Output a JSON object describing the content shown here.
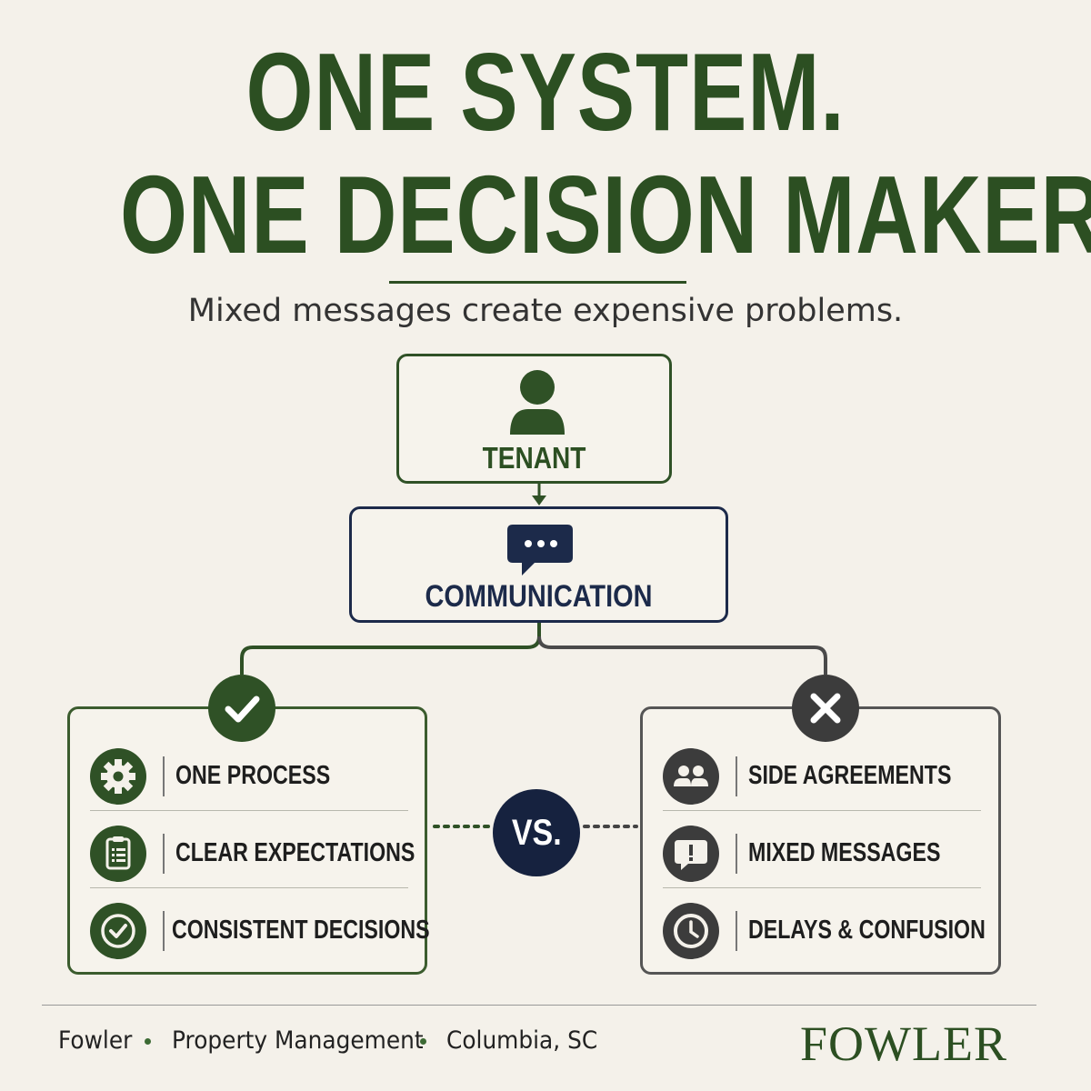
{
  "headline": {
    "line1": "ONE SYSTEM.",
    "line2": "ONE DECISION MAKER."
  },
  "subtitle": "Mixed messages create expensive problems.",
  "flow": {
    "top_node": {
      "label": "TENANT",
      "icon": "person-icon"
    },
    "middle_node": {
      "label": "COMMUNICATION",
      "icon": "chat-bubble-icon"
    }
  },
  "comparison": {
    "vs_label": "VS.",
    "good": {
      "badge_icon": "checkmark-icon",
      "items": [
        {
          "label": "ONE PROCESS",
          "icon": "gear-icon"
        },
        {
          "label": "CLEAR EXPECTATIONS",
          "icon": "clipboard-icon"
        },
        {
          "label": "CONSISTENT DECISIONS",
          "icon": "check-circle-icon"
        }
      ]
    },
    "bad": {
      "badge_icon": "x-icon",
      "items": [
        {
          "label": "SIDE AGREEMENTS",
          "icon": "people-icon"
        },
        {
          "label": "MIXED MESSAGES",
          "icon": "alert-bubble-icon"
        },
        {
          "label": "DELAYS & CONFUSION",
          "icon": "clock-icon"
        }
      ]
    }
  },
  "footer": {
    "company": "Fowler",
    "service": "Property Management",
    "location": "Columbia, SC",
    "brand": "FOWLER"
  },
  "colors": {
    "primary_green": "#2c4f22",
    "navy": "#1c2a4a",
    "dark_gray": "#3c3c3c",
    "background": "#f4f1ea"
  }
}
